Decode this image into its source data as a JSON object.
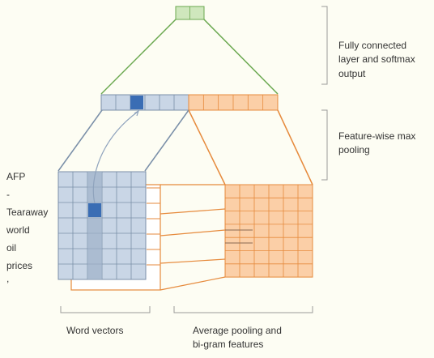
{
  "colors": {
    "background": "#fdfdf3",
    "blue_fill": "#c9d6e6",
    "blue_line": "#7a8fa8",
    "blue_dark": "#4f6fa8",
    "blue_cell": "#3a6db4",
    "column_highlight": "#9eb0c8",
    "green_fill": "#cfe7bd",
    "green_line": "#6aa84f",
    "orange_fill": "#fbcfa7",
    "orange_line": "#e68a3c",
    "bracket": "#9a9a9a",
    "text": "#333333"
  },
  "labels": {
    "top_layer": "Fully connected\nlayer and softmax\noutput",
    "max_pooling": "Feature-wise max\npooling",
    "word_vectors": "Word vectors",
    "avg_pooling": "Average pooling and\nbi-gram features"
  },
  "tokens": [
    "AFP",
    "-",
    "Tearaway",
    "world",
    "oil",
    "prices",
    ","
  ]
}
